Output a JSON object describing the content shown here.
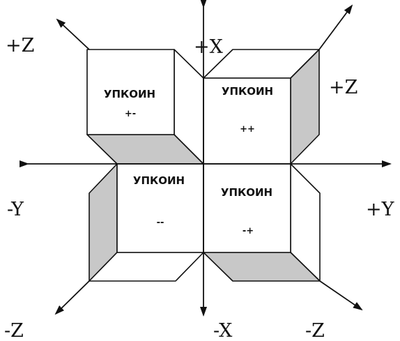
{
  "axis_labels": {
    "plus_z_left": "+Z",
    "plus_x": "+X",
    "plus_z_right": "+Z",
    "minus_y": "-Y",
    "plus_y": "+Y",
    "minus_z_left": "-Z",
    "minus_x": "-X",
    "minus_z_right": "-Z"
  },
  "blocks": {
    "top_left": {
      "title": "УПКОИН",
      "sign": "+-"
    },
    "top_right": {
      "title": "УПКОИН",
      "sign": "++"
    },
    "bottom_left": {
      "title": "УПКОИН",
      "sign": "--"
    },
    "bottom_right": {
      "title": "УПКОИН",
      "sign": "-+"
    }
  },
  "colors": {
    "line": "#111111",
    "shade": "#c8c8c8",
    "face": "#ffffff"
  }
}
